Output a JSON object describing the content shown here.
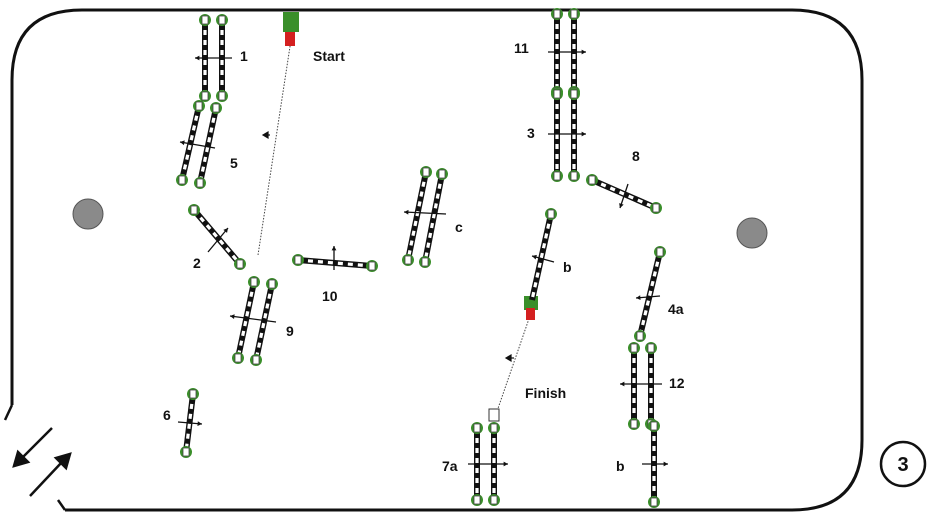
{
  "diagram": {
    "course_number": "3",
    "start_label": "Start",
    "finish_label": "Finish",
    "obstacles": [
      {
        "id": "o1",
        "label": "1"
      },
      {
        "id": "o2",
        "label": "2"
      },
      {
        "id": "o3",
        "label": "3"
      },
      {
        "id": "o4a",
        "label": "4a"
      },
      {
        "id": "o5",
        "label": "5"
      },
      {
        "id": "o6",
        "label": "6"
      },
      {
        "id": "o7a",
        "label": "7a"
      },
      {
        "id": "o8",
        "label": "8"
      },
      {
        "id": "o9",
        "label": "9"
      },
      {
        "id": "o10",
        "label": "10"
      },
      {
        "id": "o11",
        "label": "11"
      },
      {
        "id": "o12",
        "label": "12"
      },
      {
        "id": "oc",
        "label": "c"
      },
      {
        "id": "ob1",
        "label": "b"
      },
      {
        "id": "ob2",
        "label": "b"
      }
    ]
  }
}
